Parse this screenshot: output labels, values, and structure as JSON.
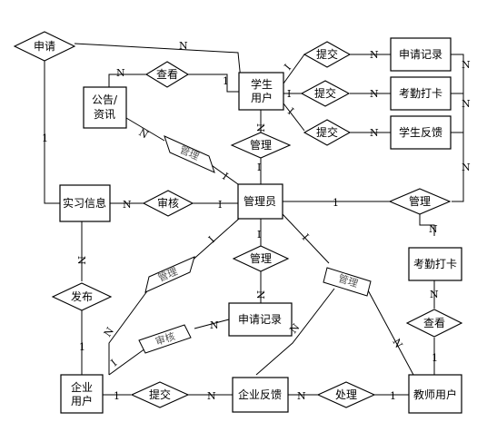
{
  "entities": {
    "student_user": [
      "学生",
      "用户"
    ],
    "announcement": [
      "公告/",
      "资讯"
    ],
    "internship_info": "实习信息",
    "admin": "管理员",
    "application_record_top": "申请记录",
    "attendance_top": "考勤打卡",
    "student_feedback": "学生反馈",
    "application_record_mid": "申请记录",
    "attendance_teacher": "考勤打卡",
    "enterprise_user": [
      "企业",
      "用户"
    ],
    "enterprise_feedback": "企业反馈",
    "teacher_user": "教师用户"
  },
  "relationships": {
    "apply": "申请",
    "view_top": "查看",
    "submit_1": "提交",
    "submit_2": "提交",
    "submit_3": "提交",
    "manage_student": "管理",
    "manage_tilt_1": "管理",
    "review_internship": "审核",
    "manage_teacher": "管理",
    "manage_center": "管理",
    "manage_tilt_enterprise": "管理",
    "manage_tilt_teacher": "管理",
    "publish": "发布",
    "review_tilt": "审核",
    "view_teacher": "查看",
    "submit_enterprise": "提交",
    "handle": "处理"
  },
  "cardinalities": {
    "one": "1",
    "one_roman": "I",
    "many": "N"
  }
}
